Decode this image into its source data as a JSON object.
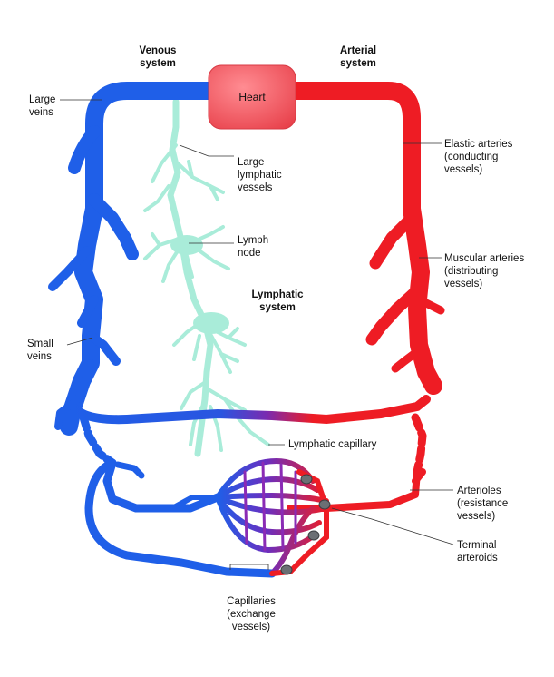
{
  "labels": {
    "venous_system": "Venous\nsystem",
    "arterial_system": "Arterial\nsystem",
    "heart": "Heart",
    "large_veins": "Large\nveins",
    "large_lymphatic_vessels": "Large\nlymphatic\nvessels",
    "lymph_node": "Lymph\nnode",
    "lymphatic_system": "Lymphatic\nsystem",
    "small_veins": "Small\nveins",
    "elastic_arteries": "Elastic arteries\n(conducting\nvessels)",
    "muscular_arteries": "Muscular arteries\n(distributing\nvessels)",
    "lymphatic_capillary": "Lymphatic capillary",
    "arterioles": "Arterioles\n(resistance\nvessels)",
    "terminal_arteroids": "Terminal\narteroids",
    "capillaries": "Capillaries\n(exchange\nvessels)"
  },
  "colors": {
    "vein": "#1f5fe8",
    "vein_dark": "#1540b0",
    "artery": "#ee1c24",
    "artery_dark": "#b80f16",
    "capillary": "#7a2bb0",
    "lymph": "#a9ecd9",
    "heart": "#f25a63",
    "sphincter": "#6b6f74"
  }
}
